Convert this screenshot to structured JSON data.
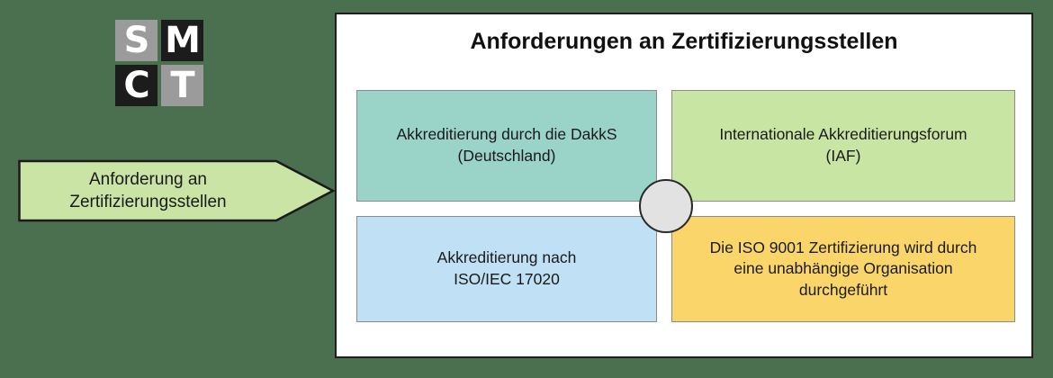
{
  "background_color": "#4a7050",
  "logo": {
    "name": "smct-logo",
    "cells": [
      {
        "letter": "S",
        "style": "gray"
      },
      {
        "letter": "M",
        "style": "black"
      },
      {
        "letter": "C",
        "style": "black"
      },
      {
        "letter": "T",
        "style": "gray"
      }
    ]
  },
  "callout": {
    "label": "Anforderung an\nZertifizierungsstellen",
    "fill_color": "#c9e4a4",
    "border_color": "#1a1a1a",
    "direction": "right"
  },
  "panel": {
    "title": "Anforderungen an Zertifizierungsstellen",
    "background_color": "#ffffff",
    "border_color": "#1e1e1e"
  },
  "quadrants": [
    {
      "position": "top-left",
      "label": "Akkreditierung durch die DakkS\n(Deutschland)",
      "fill_color": "#9ad3c8"
    },
    {
      "position": "top-right",
      "label": "Internationale Akkreditierungsforum\n(IAF)",
      "fill_color": "#c8e5a3"
    },
    {
      "position": "bottom-left",
      "label": "Akkreditierung nach\nISO/IEC 17020",
      "fill_color": "#bfe0f5"
    },
    {
      "position": "bottom-right",
      "label": "Die ISO 9001 Zertifizierung wird durch\neine unabhängige Organisation\ndurchgeführt",
      "fill_color": "#fad66a"
    }
  ],
  "center_hub": {
    "name": "center-circle",
    "fill_color": "#e2e2e2",
    "border_color": "#2a2a2a"
  }
}
